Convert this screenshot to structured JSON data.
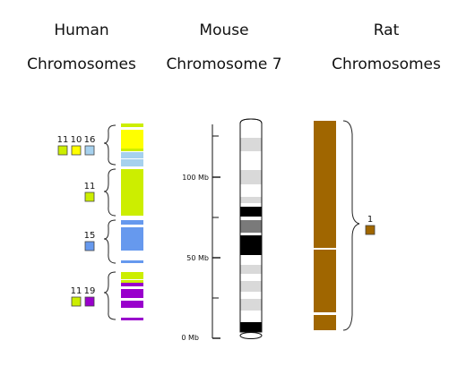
{
  "titles": {
    "human": [
      "Human",
      "Chromosomes"
    ],
    "mouse": [
      "Mouse",
      "Chromosome 7"
    ],
    "rat": [
      "Rat",
      "Chromosomes"
    ]
  },
  "colors": {
    "yellow": "#ffff00",
    "lime": "#ccee00",
    "light_blue": "#a6d1ee",
    "blue": "#6699ee",
    "purple": "#9900cc",
    "rat_brown": "#a06600",
    "band_gray": "#d9d9d9",
    "band_dark": "#7a7a7a",
    "band_black": "#000000"
  },
  "human_groups": [
    {
      "labels": [
        "11",
        "10",
        "16"
      ],
      "colors": [
        "#ccee00",
        "#ffff00",
        "#a6d1ee"
      ]
    },
    {
      "labels": [
        "11"
      ],
      "colors": [
        "#ccee00"
      ]
    },
    {
      "labels": [
        "15"
      ],
      "colors": [
        "#6699ee"
      ]
    },
    {
      "labels": [
        "11",
        "19"
      ],
      "colors": [
        "#ccee00",
        "#9900cc"
      ]
    }
  ],
  "mouse_axis": {
    "ticks": [
      {
        "label": "100 Mb"
      },
      {
        "label": "50 Mb"
      },
      {
        "label": "0 Mb"
      }
    ]
  },
  "rat_group": {
    "label": "1",
    "color": "#a06600"
  }
}
